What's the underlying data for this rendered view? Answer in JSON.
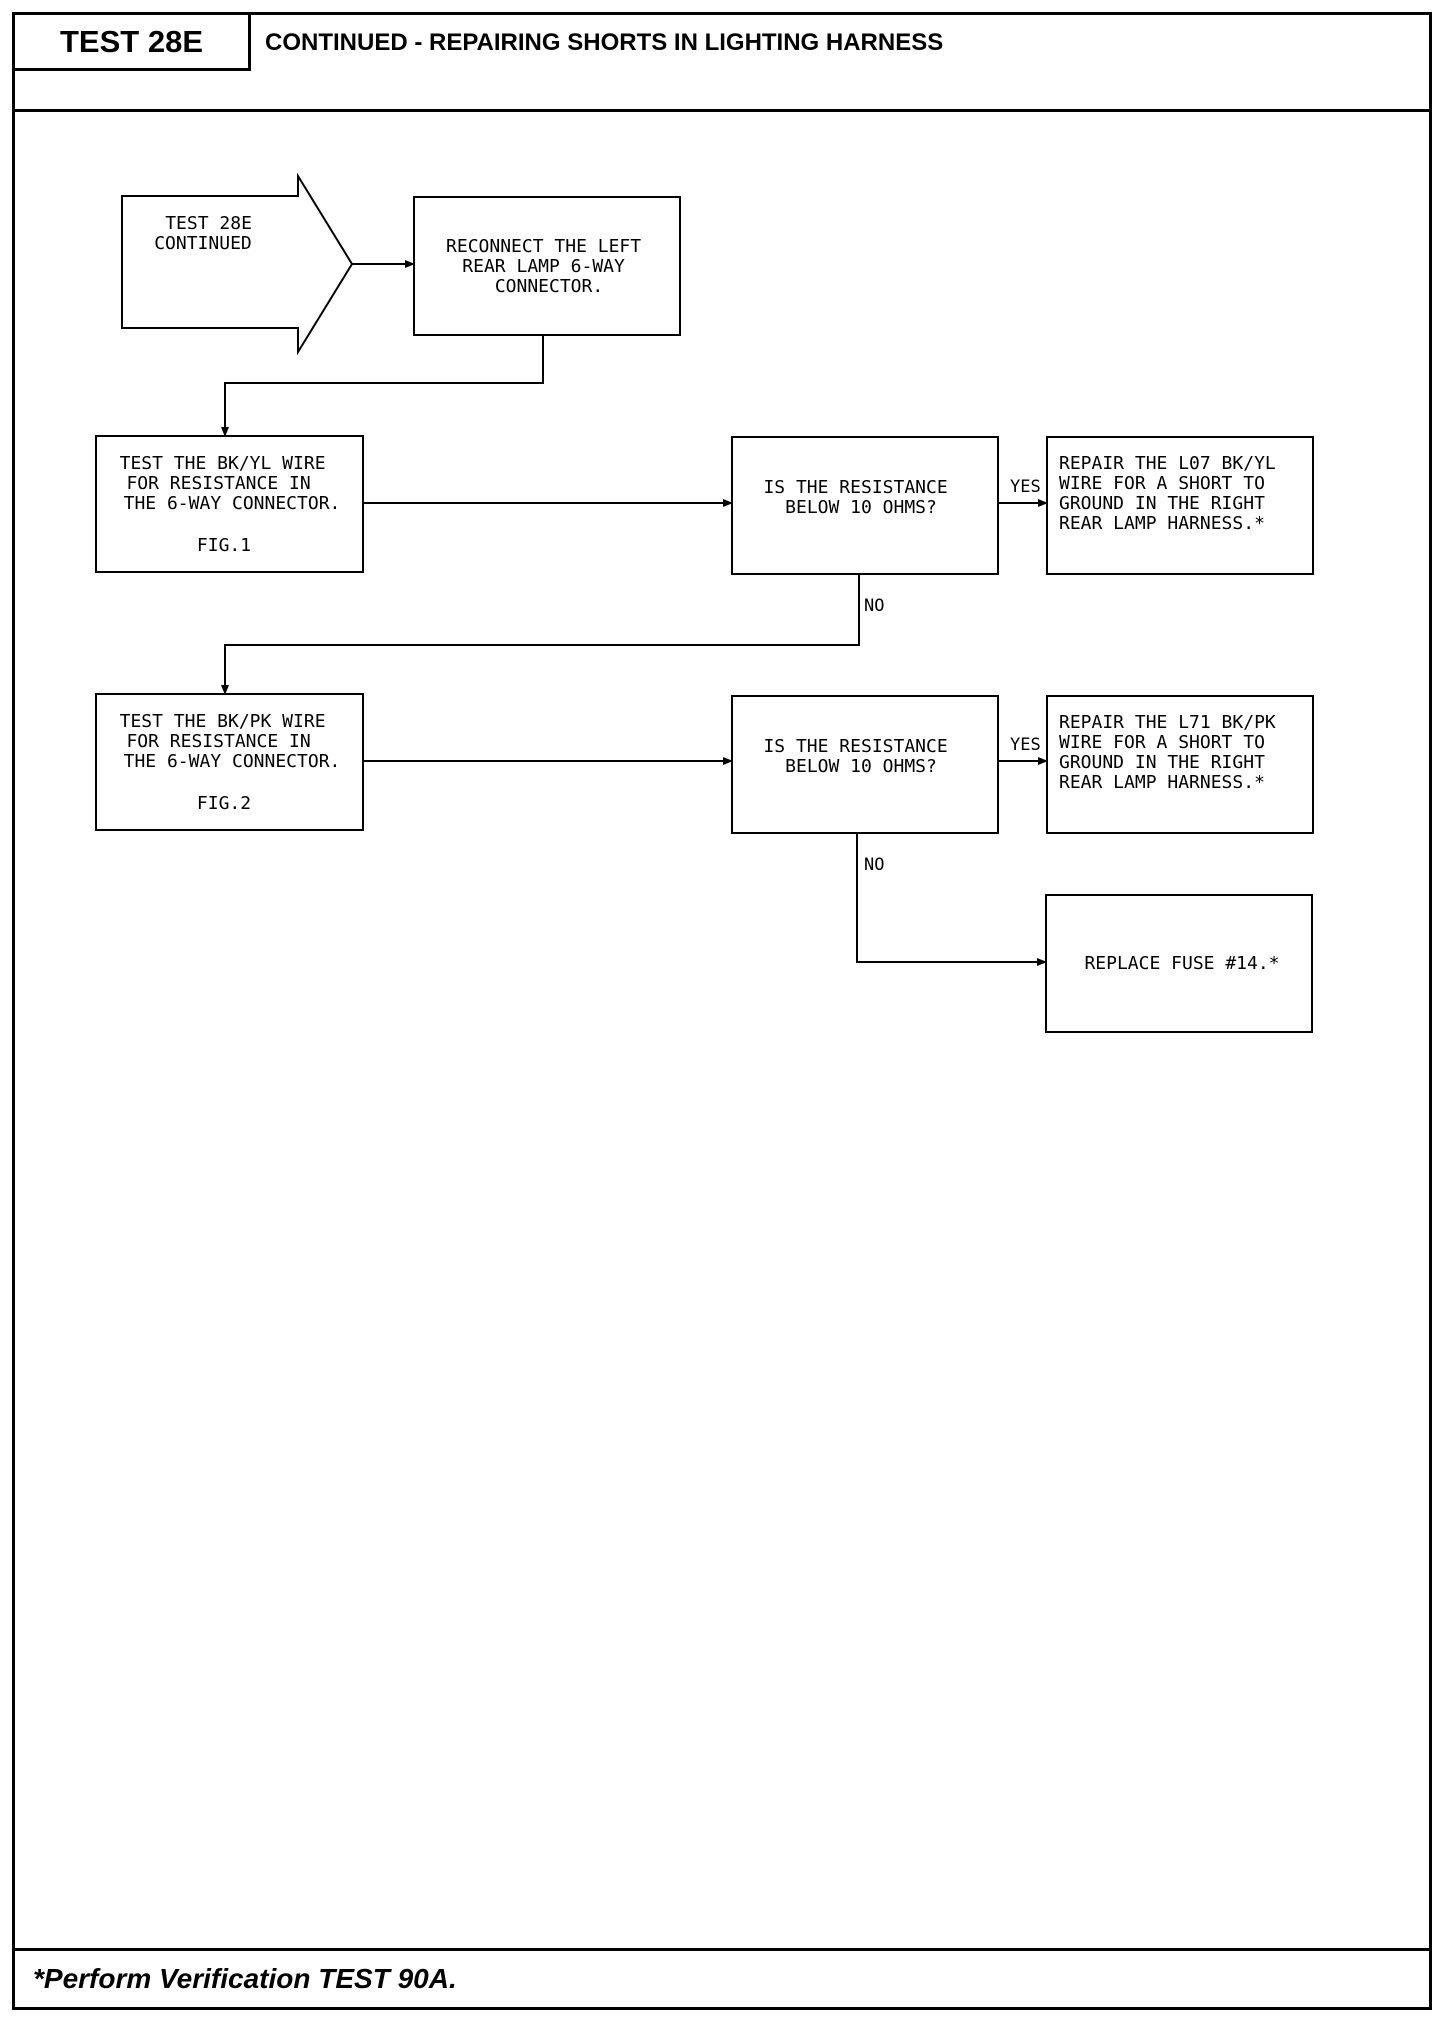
{
  "header": {
    "test_id": "TEST 28E",
    "title": "CONTINUED - REPAIRING SHORTS IN LIGHTING HARNESS"
  },
  "flowchart": {
    "start": [
      "TEST 28E",
      "CONTINUED"
    ],
    "reconnect": [
      "RECONNECT THE LEFT",
      "REAR LAMP 6-WAY",
      "CONNECTOR."
    ],
    "test_bkyl": [
      "TEST THE BK/YL WIRE",
      "FOR RESISTANCE IN",
      "THE 6-WAY CONNECTOR."
    ],
    "test_bkyl_fig": "FIG.1",
    "decision_1": [
      "IS THE RESISTANCE",
      "BELOW 10 OHMS?"
    ],
    "repair_l07": [
      "REPAIR THE L07 BK/YL",
      "WIRE FOR A SHORT TO",
      "GROUND IN THE RIGHT",
      "REAR LAMP HARNESS.*"
    ],
    "test_bkpk": [
      "TEST THE BK/PK WIRE",
      "FOR RESISTANCE IN",
      "THE 6-WAY CONNECTOR."
    ],
    "test_bkpk_fig": "FIG.2",
    "decision_2": [
      "IS THE RESISTANCE",
      "BELOW 10 OHMS?"
    ],
    "repair_l71": [
      "REPAIR THE L71 BK/PK",
      "WIRE FOR A SHORT TO",
      "GROUND IN THE RIGHT",
      "REAR LAMP HARNESS.*"
    ],
    "replace_fuse": "REPLACE FUSE #14.*",
    "yes_label": "YES",
    "no_label": "NO"
  },
  "footer": {
    "note": "*Perform Verification TEST 90A."
  }
}
